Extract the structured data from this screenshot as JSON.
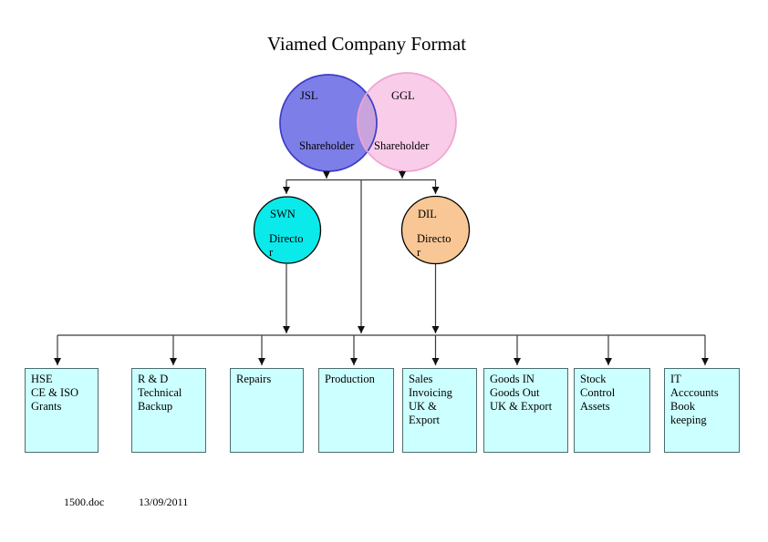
{
  "title": "Viamed Company Format",
  "venn": {
    "left": {
      "name": "JSL",
      "role": "Shareholder"
    },
    "right": {
      "name": "GGL",
      "role": "Shareholder"
    }
  },
  "directors": {
    "left": {
      "name": "SWN",
      "role": "Directo\nr"
    },
    "right": {
      "name": "DIL",
      "role": "Directo\nr"
    }
  },
  "departments": [
    "HSE\nCE & ISO\nGrants",
    "R & D\nTechnical\nBackup",
    "Repairs",
    "Production",
    "Sales\nInvoicing\nUK & Export",
    "Goods IN\nGoods Out\nUK & Export",
    "Stock\nControl\nAssets",
    "IT\nAcccounts\nBook\nkeeping"
  ],
  "footer": {
    "filename": "1500.doc",
    "date": "13/09/2011"
  },
  "colors": {
    "jsl_fill": "#7e7ee8",
    "jsl_stroke": "#3c3cc8",
    "ggl_fill": "#f9cce9",
    "ggl_stroke": "#f0a3d0",
    "overlap_fill": "#c9a4dc",
    "swn_fill": "#0aeaea",
    "dil_fill": "#f9c795",
    "circle_stroke": "#000000",
    "box_fill": "#ccffff",
    "box_border": "#4d6d6d",
    "line": "#3a3a3a"
  }
}
